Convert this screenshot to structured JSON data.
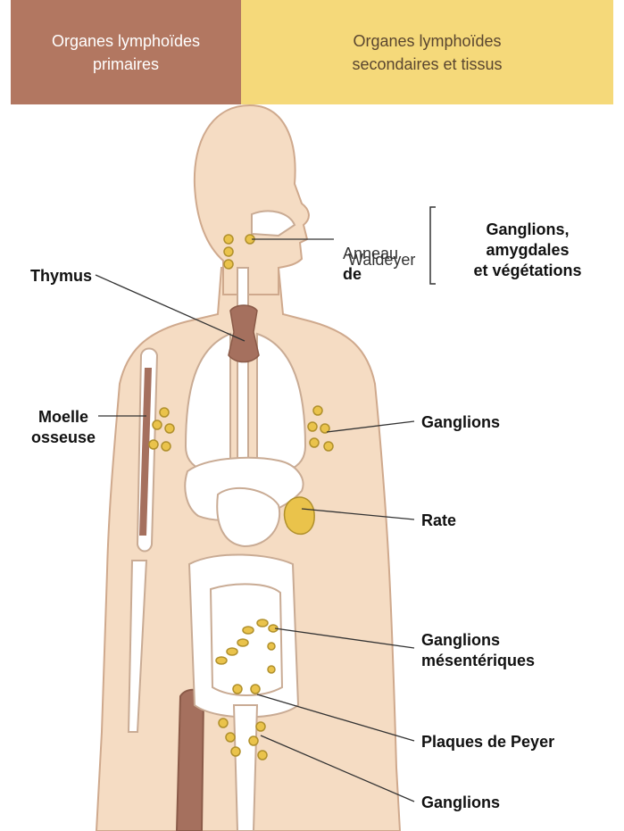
{
  "header": {
    "primary_title": "Organes lymphoïdes\nprimaires",
    "secondary_title": "Organes lymphoïdes\nsecondaires et tissus"
  },
  "labels": {
    "thymus": "Thymus",
    "moelle_osseuse": "Moelle\nosseuse",
    "anneau_anneau": "Anneau",
    "anneau_de": "de",
    "anneau_waldeyer": "Waldeyer",
    "ganglions_amygdales": "Ganglions, amygdales\net végétations",
    "ganglions_axillaires": "Ganglions",
    "rate": "Rate",
    "ganglions_mesenteriques": "Ganglions\nmésentériques",
    "plaques_de_peyer": "Plaques de Peyer",
    "ganglions_inguinaux": "Ganglions"
  },
  "colors": {
    "primary_header": "#b27761",
    "secondary_header": "#f5d97a",
    "skin": "#f5dcc3",
    "organ_primary": "#a5705e",
    "organ_secondary": "#eac34b"
  }
}
